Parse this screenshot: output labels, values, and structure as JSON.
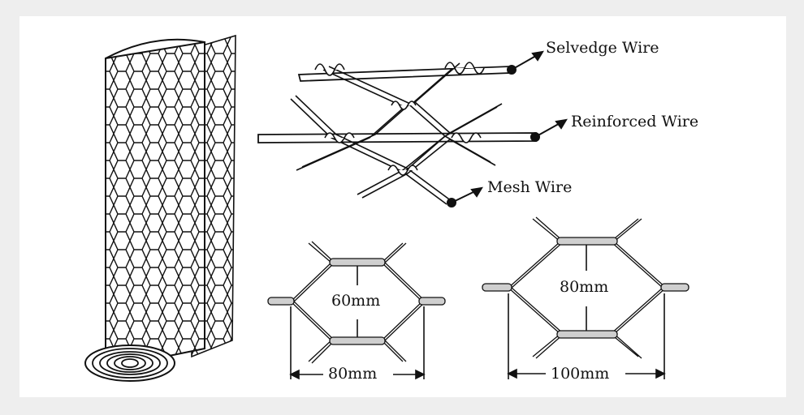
{
  "labels": {
    "selvedge": "Selvedge Wire",
    "reinforced": "Reinforced Wire",
    "mesh": "Mesh Wire"
  },
  "dimensions": {
    "small_height": "60mm",
    "small_width": "80mm",
    "large_height": "80mm",
    "large_width": "100mm"
  },
  "colors": {
    "ink": "#111111",
    "wire_fill": "#cfcfcf",
    "background": "#eeeeee",
    "panel": "#ffffff"
  }
}
